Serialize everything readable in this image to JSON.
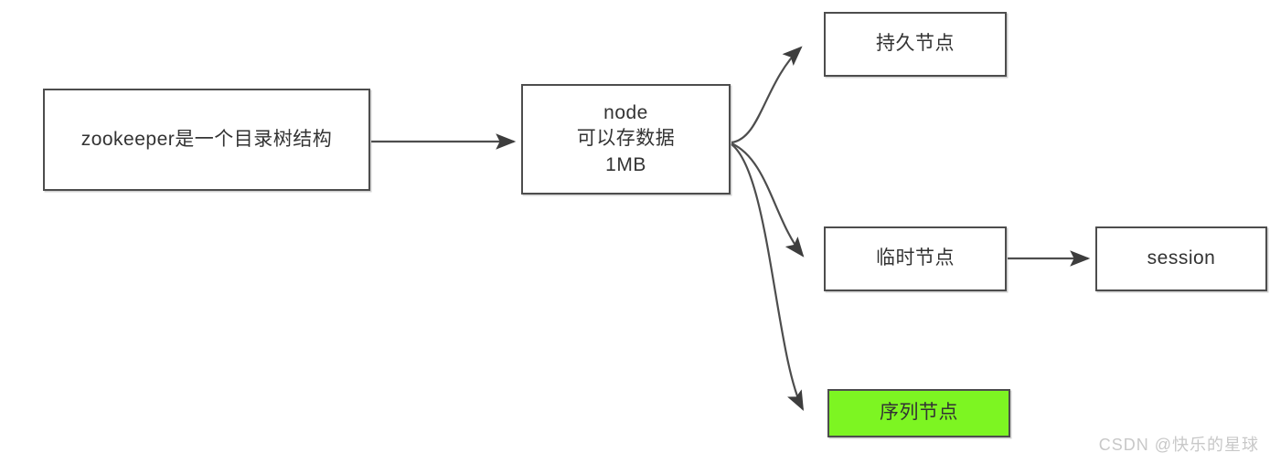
{
  "diagram": {
    "title": "zookeeper node structure diagram",
    "background_color": "#ffffff",
    "box_border_color": "#4d4d4d",
    "text_color": "#333333",
    "highlight_color": "#7DF522",
    "nodes": [
      {
        "id": "zookeeper",
        "label": "zookeeper是一个目录树结构"
      },
      {
        "id": "node",
        "label": "node\n可以存数据\n1MB"
      },
      {
        "id": "persistent",
        "label": "持久节点"
      },
      {
        "id": "ephemeral",
        "label": "临时节点"
      },
      {
        "id": "session",
        "label": "session"
      },
      {
        "id": "sequence",
        "label": "序列节点"
      }
    ],
    "edges": [
      {
        "from": "zookeeper",
        "to": "node",
        "style": "straight"
      },
      {
        "from": "node",
        "to": "persistent",
        "style": "curved"
      },
      {
        "from": "node",
        "to": "ephemeral",
        "style": "curved"
      },
      {
        "from": "node",
        "to": "sequence",
        "style": "curved"
      },
      {
        "from": "ephemeral",
        "to": "session",
        "style": "straight"
      }
    ]
  },
  "watermark": {
    "text": "CSDN @快乐的星球"
  }
}
